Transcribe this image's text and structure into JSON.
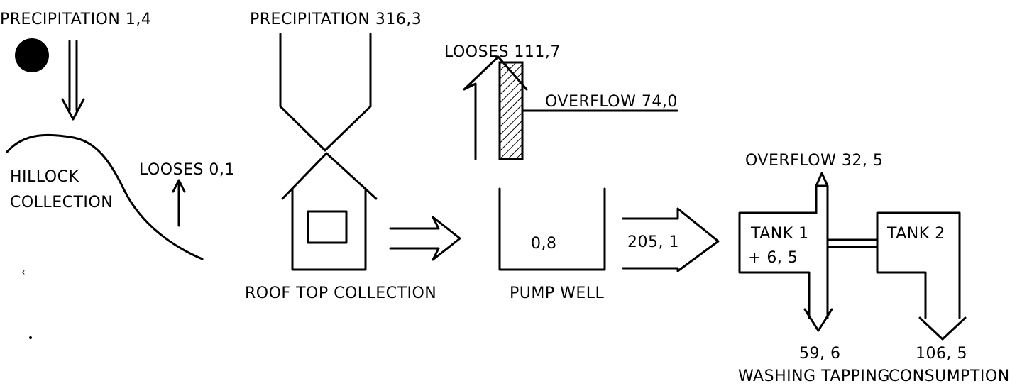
{
  "hillock": {
    "precipitation": "PRECIPITATION 1,4",
    "label_line1": "HILLOCK",
    "label_line2": "COLLECTION",
    "losses": "LOOSES 0,1"
  },
  "roof": {
    "precipitation": "PRECIPITATION 316,3",
    "label": "ROOF  TOP  COLLECTION"
  },
  "pump_well": {
    "losses": "LOOSES 111,7",
    "overflow": "OVERFLOW 74,0",
    "storage": "0,8",
    "label": "PUMP WELL",
    "transfer": "205, 1"
  },
  "tank1": {
    "name": "TANK 1",
    "change": "+ 6, 5",
    "overflow": "OVERFLOW 32, 5",
    "tapping_value": "59, 6",
    "tapping_label": "WASHING  TAPPING"
  },
  "tank2": {
    "name": "TANK  2",
    "consumption_value": "106, 5",
    "consumption_label": "CONSUMPTION"
  },
  "colors": {
    "ink": "#000000",
    "paper": "#ffffff"
  }
}
